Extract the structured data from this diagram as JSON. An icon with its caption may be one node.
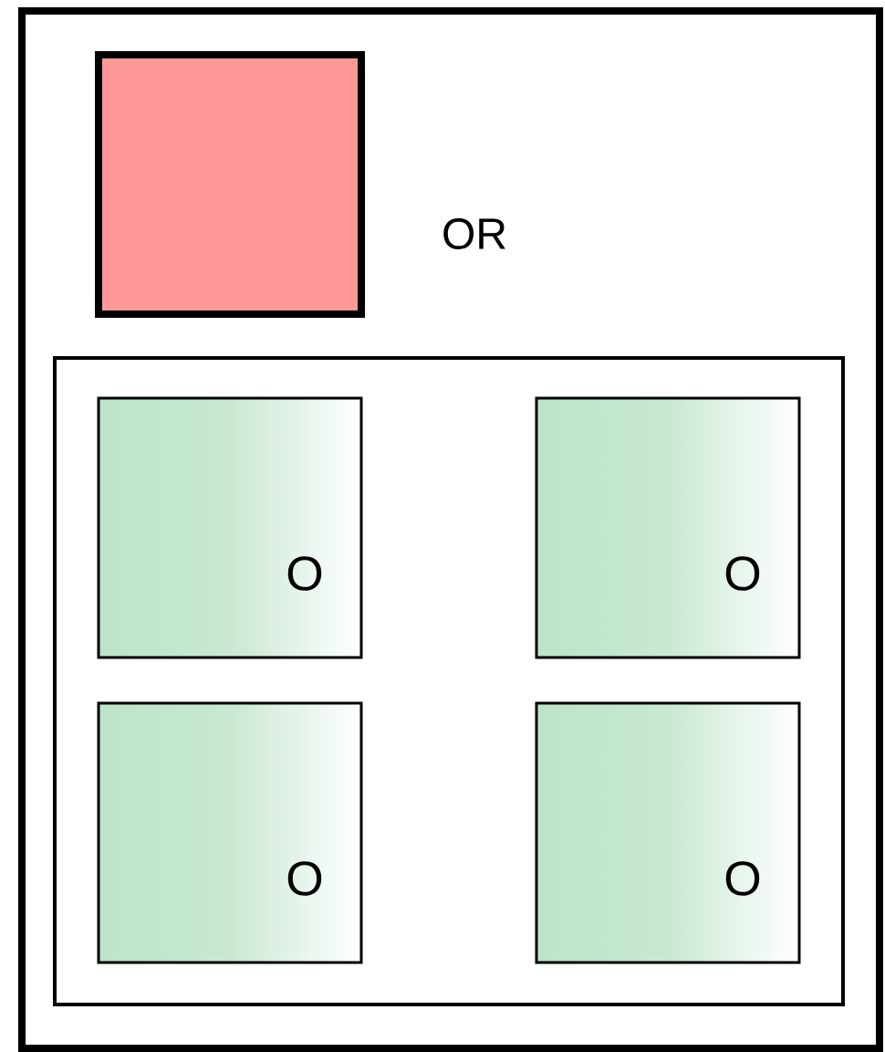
{
  "diagram": {
    "nodes": [
      {
        "text": [],
        "shape": "box"
      },
      {
        "text": [],
        "shape": "box",
        "beside": [
          "OR"
        ],
        "in": 0
      },
      {
        "text": [],
        "shape": "box",
        "in": 0
      },
      {
        "text": [
          "O"
        ],
        "in": 2
      },
      {
        "text": [
          "O"
        ],
        "in": 2
      },
      {
        "text": [
          "O"
        ],
        "in": 2
      },
      {
        "text": [
          "O"
        ],
        "in": 2
      }
    ]
  }
}
